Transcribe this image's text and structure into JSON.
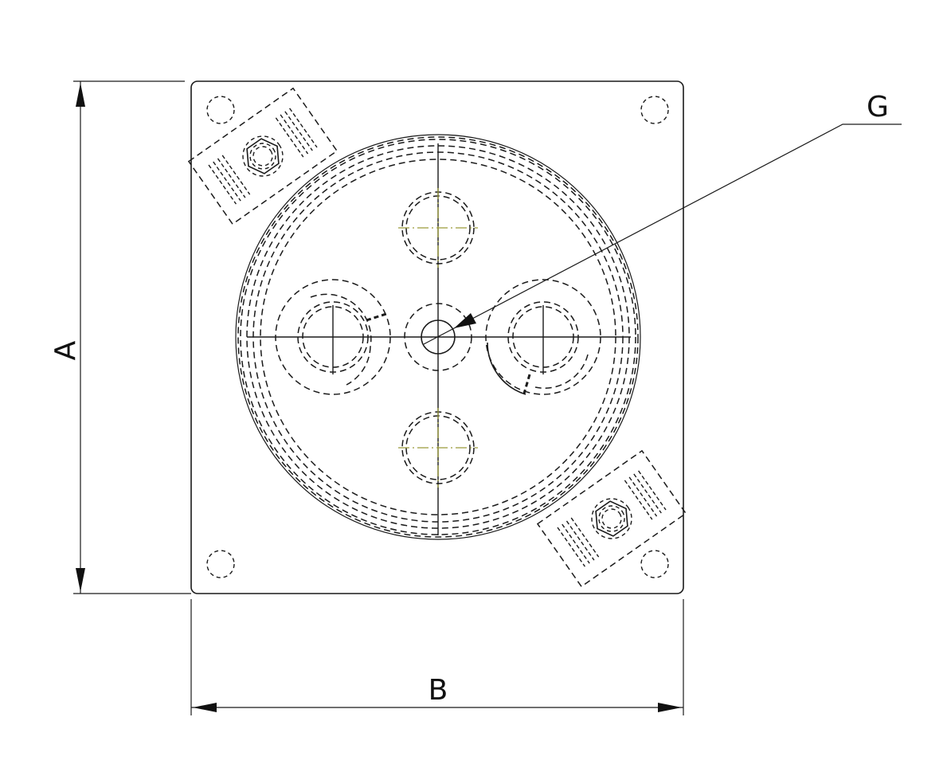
{
  "drawing": {
    "type": "technical-drawing",
    "view": "top view of square mounting plate with circular flange",
    "labels": {
      "dimension_height": "A",
      "dimension_width": "B",
      "callout": "G"
    },
    "colors": {
      "line": "#1a1a1a",
      "centerline_accent": "#9a9a3a",
      "background": "#ffffff"
    },
    "features": [
      "square-plate-outline",
      "corner-mounting-holes (4)",
      "large-circular-flange (concentric hidden lines)",
      "center-bore",
      "top-hole",
      "bottom-hole",
      "left-port",
      "right-port",
      "cable-glands (2, diagonal)"
    ]
  }
}
